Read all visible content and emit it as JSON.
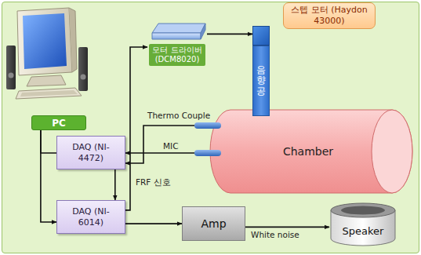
{
  "diagram": {
    "nodes": [
      {
        "text": [
          "PC"
        ]
      },
      {
        "text": [
          "모터 드라이버 (DCM8020)"
        ]
      },
      {
        "text": [
          "스텝 모터 (Haydon 43000)"
        ]
      },
      {
        "text": [
          "음향공"
        ]
      },
      {
        "text": [
          "DAQ (NI-4472)"
        ]
      },
      {
        "text": [
          "Chamber"
        ]
      },
      {
        "text": [
          "DAQ (NI-6014)"
        ]
      },
      {
        "text": [
          "Amp"
        ]
      },
      {
        "text": [
          "Speaker"
        ]
      }
    ],
    "edges": [
      {
        "from": 0,
        "to": 4,
        "arrow": "none"
      },
      {
        "from": 0,
        "to": 6,
        "arrow": "to"
      },
      {
        "from": 6,
        "to": 1,
        "arrow": "to"
      },
      {
        "from": 1,
        "to": 2,
        "arrow": "to"
      },
      {
        "from": 5,
        "to": 4,
        "label": "Thermo Couple",
        "arrow": "to"
      },
      {
        "from": 5,
        "to": 4,
        "label": "MIC",
        "arrow": "to"
      },
      {
        "from": 4,
        "to": 6,
        "label": "FRF 신호",
        "arrow": "to"
      },
      {
        "from": 6,
        "to": 7,
        "arrow": "to"
      },
      {
        "from": 7,
        "to": 8,
        "label": "White noise",
        "arrow": "to"
      }
    ]
  }
}
